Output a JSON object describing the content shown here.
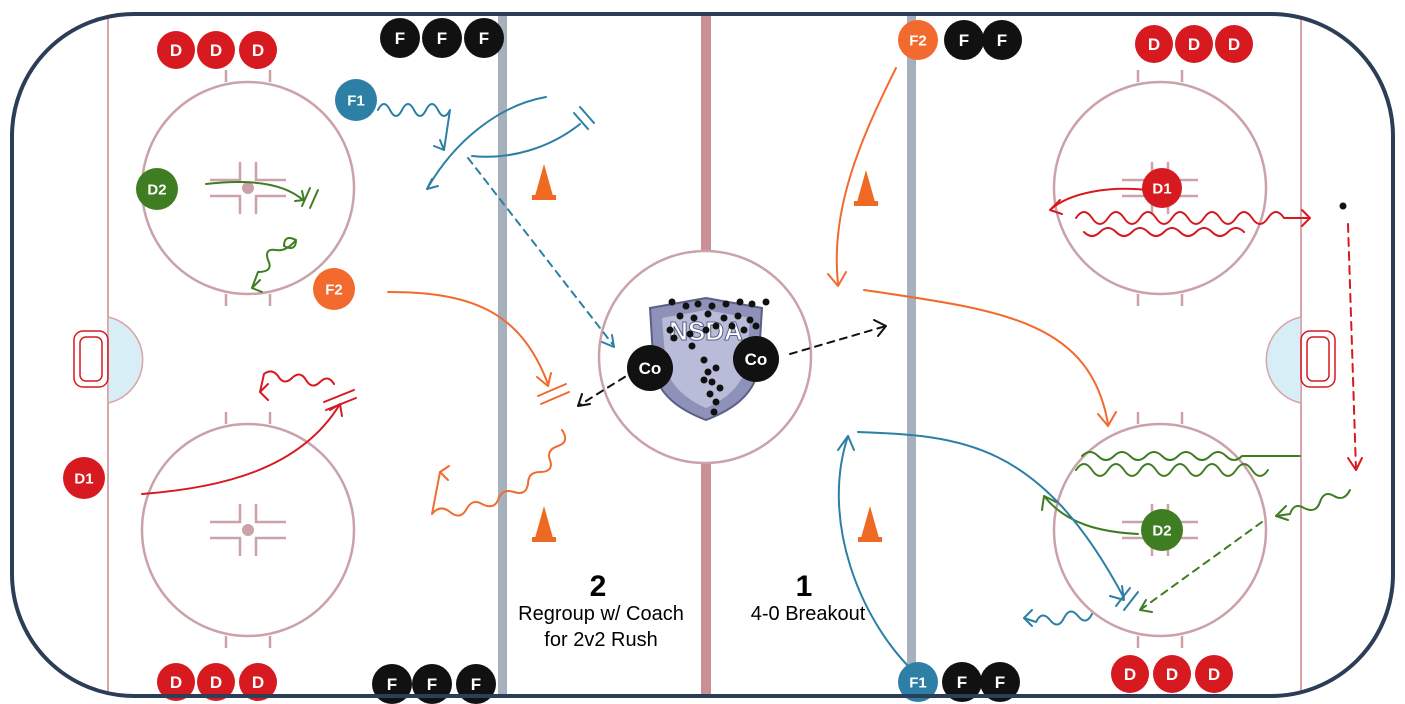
{
  "colors": {
    "board": "#2c3e57",
    "red_line": "#c98f96",
    "blue_line": "#a6b1bd",
    "faceoff": "#caa2a8",
    "crease": "#d8eef6",
    "defense": "#d71920",
    "forward": "#111111",
    "orange": "#f26a2e",
    "teal": "#2d7fa5",
    "green": "#3f7d22",
    "cone": "#ee6a23"
  },
  "players": {
    "d_top_left": [
      "D",
      "D",
      "D"
    ],
    "d_bottom_left": [
      "D",
      "D",
      "D"
    ],
    "d_top_right": [
      "D",
      "D",
      "D"
    ],
    "d_bottom_right": [
      "D",
      "D",
      "D"
    ],
    "f_top_left": [
      "F",
      "F",
      "F"
    ],
    "f_bottom_left": [
      "F",
      "F",
      "F"
    ],
    "f_top_right": [
      "F2",
      "F",
      "F"
    ],
    "f_bottom_right": [
      "F1",
      "F",
      "F"
    ],
    "left_zone": {
      "f1": "F1",
      "d2": "D2",
      "f2": "F2",
      "d1": "D1"
    },
    "right_zone": {
      "d1": "D1",
      "d2": "D2"
    },
    "coaches": [
      "Co",
      "Co"
    ]
  },
  "logo": {
    "text": "NSDA"
  },
  "drills": {
    "left": {
      "number": "2",
      "line1": "Regroup w/ Coach",
      "line2": "for 2v2 Rush"
    },
    "right": {
      "number": "1",
      "line1": "4-0 Breakout"
    }
  }
}
